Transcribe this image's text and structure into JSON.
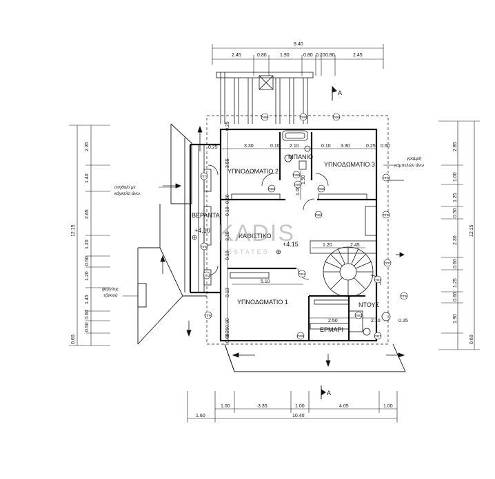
{
  "rooms": {
    "bedroom2": "ΥΠΝΟΔΩΜΑΤΙΟ 2",
    "bedroom3": "ΥΠΝΟΔΩΜΑΤΙΟ 3",
    "bedroom1": "ΥΠΝΟΔΩΜΑΤΙΟ 1",
    "bath": "ΜΠΑΝΙΟ",
    "living": "ΚΑΘΙΣΤΙΚΟ",
    "veranda": "ΒΕΡΑΝΤΑ",
    "shower": "ΝΤΟΥΣ",
    "wardrobe": "ΕΡΜΑΡΙ"
  },
  "levels": {
    "veranda": "+4.10",
    "living": "+4.15"
  },
  "notes": {
    "railing_1": "στηθαίο με",
    "railing_2": "κάγκελο άνω",
    "skylight_1": "φεγγίτης",
    "skylight_2": "τζακιού",
    "beam_1": "γραμμή",
    "beam_2": "καμπελών άνω"
  },
  "section_marks": {
    "top": "A",
    "bottom": "A"
  },
  "watermark": {
    "brand": "KADIS",
    "sub": "ESTATES"
  },
  "dims": {
    "top_total": "9.40",
    "top": [
      "2.45",
      "0.80",
      "1.90",
      "0.80",
      "0.20",
      "0.80",
      "2.45"
    ],
    "inner_top": [
      "0.25",
      "3.30",
      "0.10",
      "2.10",
      "0.10",
      "3.30",
      "0.25",
      "0.60"
    ],
    "v_col": [
      "0.25",
      "3.55",
      "0.60",
      "0.10",
      "0.10",
      "3.10",
      "0.10",
      "0.90",
      "0.25",
      "0.60"
    ],
    "living_w": "5.10",
    "stair": [
      "1.20",
      "2.45"
    ],
    "bath_v": [
      "1.00",
      "1.50"
    ],
    "shower": [
      "2.50",
      "2.10",
      "0.25"
    ],
    "left_total": "12.15",
    "left": [
      "2.35",
      "1.40",
      "2.65",
      "1.20",
      "0.50",
      "1.20",
      "1.45",
      "0.60",
      "0.50",
      "0.60"
    ],
    "right_total": "12.15",
    "right": [
      "2.85",
      "1.00",
      "1.25",
      "0.50",
      "2.30",
      "0.60",
      "1.25",
      "0.60",
      "1.90",
      "0.60"
    ],
    "bottom_total": "10.40",
    "bottom": [
      "1.60",
      "1.00",
      "3.35",
      "1.00",
      "4.05",
      "1.00"
    ]
  },
  "tags": {
    "top": [
      "ΠΘ8",
      "ΠΘ8",
      "ΠΘ9"
    ],
    "doors": [
      "ΠΘ3",
      "ΠΘ3",
      "ΠΘ5",
      "ΠΘ6",
      "ΠΘ3",
      "ΠΘ3",
      "ΠΘ4"
    ],
    "left": [
      "ΠΠ7",
      "ΠΠ6",
      "ΠΠ2",
      "ΠΠ6"
    ],
    "right": [
      "ΠΠ8",
      "ΠΠ8",
      "ΠΠ7",
      "ΠΠ5"
    ],
    "bottom": [
      "ΠΘ3",
      "ΠΘ7",
      "ΠΘ9"
    ]
  }
}
